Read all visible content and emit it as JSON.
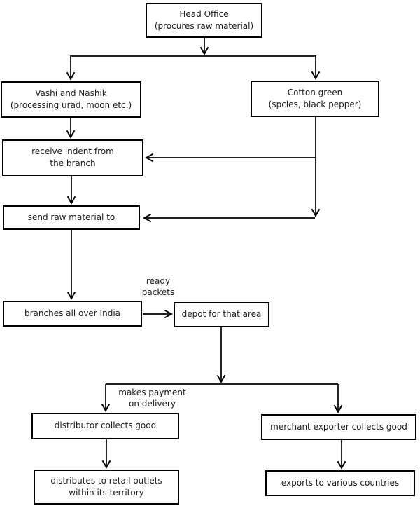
{
  "diagram": {
    "type": "flowchart",
    "nodes": {
      "head_office": {
        "label": "Head Office\n(procures raw material)"
      },
      "vashi_nashik": {
        "label": "Vashi and Nashik\n(processing urad, moon etc.)"
      },
      "cotton_green": {
        "label": "Cotton green\n(spcies, black pepper)"
      },
      "receive_indent": {
        "label": "receive indent from\nthe branch"
      },
      "send_raw_material": {
        "label": "send raw material to"
      },
      "branches_india": {
        "label": "branches all over India"
      },
      "depot": {
        "label": "depot for that area"
      },
      "distributor": {
        "label": "distributor collects good"
      },
      "merchant_exporter": {
        "label": "merchant exporter collects good"
      },
      "retail_outlets": {
        "label": "distributes to retail outlets\nwithin its territory"
      },
      "exports": {
        "label": "exports to various countries"
      }
    },
    "edge_labels": {
      "ready_packets": "ready\npackets",
      "makes_payment": "makes payment\non delivery"
    },
    "colors": {
      "line": "#000000",
      "background": "#ffffff",
      "text": "#1a1a1a"
    }
  }
}
